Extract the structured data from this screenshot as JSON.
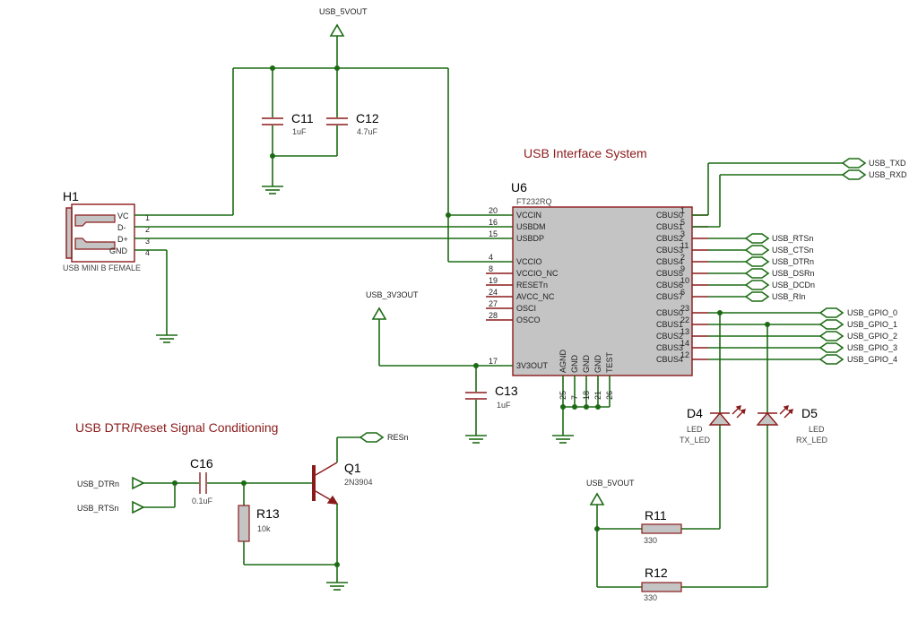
{
  "titles": {
    "usb_interface": "USB Interface System",
    "dtr_reset": "USB DTR/Reset Signal Conditioning"
  },
  "nets": {
    "usb_5vout_top": "USB_5VOUT",
    "usb_5vout_bottom": "USB_5VOUT",
    "usb_3v3out": "USB_3V3OUT",
    "usb_txd": "USB_TXD",
    "usb_rxd": "USB_RXD",
    "usb_rtsn": "USB_RTSn",
    "usb_ctsn": "USB_CTSn",
    "usb_dtrn_right": "USB_DTRn",
    "usb_dsrn": "USB_DSRn",
    "usb_dcdn": "USB_DCDn",
    "usb_rin": "USB_RIn",
    "usb_gpio_0": "USB_GPIO_0",
    "usb_gpio_1": "USB_GPIO_1",
    "usb_gpio_2": "USB_GPIO_2",
    "usb_gpio_3": "USB_GPIO_3",
    "usb_gpio_4": "USB_GPIO_4",
    "usb_dtrn_left": "USB_DTRn",
    "usb_rtsn_left": "USB_RTSn",
    "resn": "RESn"
  },
  "components": {
    "c11": {
      "ref": "C11",
      "value": "1uF"
    },
    "c12": {
      "ref": "C12",
      "value": "4.7uF"
    },
    "c13": {
      "ref": "C13",
      "value": "1uF"
    },
    "c16": {
      "ref": "C16",
      "value": "0.1uF"
    },
    "h1": {
      "ref": "H1",
      "value": "USB MINI B FEMALE",
      "pins": [
        "VC",
        "D-",
        "D+",
        "GND"
      ],
      "pin_numbers": [
        "1",
        "2",
        "3",
        "4"
      ]
    },
    "u6": {
      "ref": "U6",
      "value": "FT232RQ"
    },
    "r11": {
      "ref": "R11",
      "value": "330"
    },
    "r12": {
      "ref": "R12",
      "value": "330"
    },
    "r13": {
      "ref": "R13",
      "value": "10k"
    },
    "q1": {
      "ref": "Q1",
      "value": "2N3904"
    },
    "d4": {
      "ref": "D4",
      "value": "LED",
      "label": "TX_LED"
    },
    "d5": {
      "ref": "D5",
      "value": "LED",
      "label": "RX_LED"
    }
  },
  "u6_pins": {
    "left": [
      {
        "num": "20",
        "name": "VCCIN"
      },
      {
        "num": "16",
        "name": "USBDM"
      },
      {
        "num": "15",
        "name": "USBDP"
      },
      {
        "num": "4",
        "name": "VCCIO"
      },
      {
        "num": "8",
        "name": "VCCIO_NC"
      },
      {
        "num": "19",
        "name": "RESETn"
      },
      {
        "num": "24",
        "name": "AVCC_NC"
      },
      {
        "num": "27",
        "name": "OSCI"
      },
      {
        "num": "28",
        "name": "OSCO"
      },
      {
        "num": "17",
        "name": "3V3OUT"
      }
    ],
    "right": [
      {
        "num": "1",
        "name": "CBUS0"
      },
      {
        "num": "5",
        "name": "CBUS1"
      },
      {
        "num": "3",
        "name": "CBUS2"
      },
      {
        "num": "11",
        "name": "CBUS3"
      },
      {
        "num": "2",
        "name": "CBUS4"
      },
      {
        "num": "9",
        "name": "CBUS5"
      },
      {
        "num": "10",
        "name": "CBUS6"
      },
      {
        "num": "6",
        "name": "CBUS7"
      },
      {
        "num": "23",
        "name": "CBUS0"
      },
      {
        "num": "22",
        "name": "CBUS1"
      },
      {
        "num": "13",
        "name": "CBUS2"
      },
      {
        "num": "14",
        "name": "CBUS3"
      },
      {
        "num": "12",
        "name": "CBUS4"
      }
    ],
    "bottom_names": [
      "AGND",
      "GND",
      "GND",
      "GND",
      "TEST"
    ],
    "bottom_nums": [
      "25",
      "7",
      "18",
      "21",
      "26"
    ]
  }
}
